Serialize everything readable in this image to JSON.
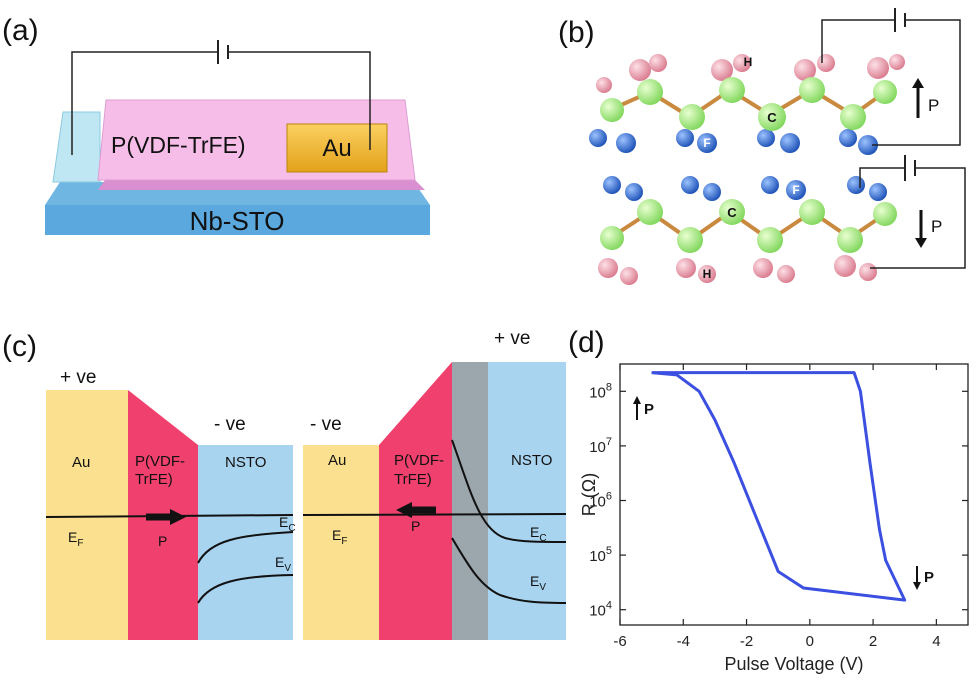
{
  "panels": {
    "a": {
      "label": "(a)",
      "film": "P(VDF-TrFE)",
      "electrode": "Au",
      "substrate": "Nb-STO"
    },
    "b": {
      "label": "(b)",
      "atom_h": "H",
      "atom_c": "C",
      "atom_f": "F",
      "polarization": "P"
    },
    "c": {
      "label": "(c)",
      "left": {
        "bias_au": "+ ve",
        "bias_nsto": "- ve",
        "metal": "Au",
        "ferro_line1": "P(VDF-",
        "ferro_line2": "TrFE)",
        "semi": "NSTO",
        "ef": "E",
        "ef_sub": "F",
        "ec": "E",
        "ec_sub": "C",
        "ev": "E",
        "ev_sub": "V",
        "p": "P"
      },
      "right": {
        "bias_au": "- ve",
        "bias_nsto": "+ ve",
        "metal": "Au",
        "ferro_line1": "P(VDF-",
        "ferro_line2": "TrFE)",
        "semi": "NSTO",
        "ef": "E",
        "ef_sub": "F",
        "ec": "E",
        "ec_sub": "C",
        "ev": "E",
        "ev_sub": "V",
        "p": "P"
      },
      "colors": {
        "metal": "#fbe18f",
        "ferro": "#f0416e",
        "semi": "#a9d4ef",
        "depletion": "#9ba6ad"
      }
    },
    "d": {
      "label": "(d)",
      "p_up": "P",
      "p_down": "P"
    }
  },
  "chart_data": {
    "type": "line",
    "title": "",
    "xlabel": "Pulse Voltage (V)",
    "ylabel": "R (Ω)",
    "xlim": [
      -6,
      5
    ],
    "ylim_log10": [
      3.72,
      8.5
    ],
    "yscale": "log",
    "x_ticks": [
      -6,
      -4,
      -2,
      0,
      2,
      4
    ],
    "y_ticks": [
      {
        "base": "10",
        "exp": "8",
        "log": 8
      },
      {
        "base": "10",
        "exp": "7",
        "log": 7
      },
      {
        "base": "10",
        "exp": "6",
        "log": 6
      },
      {
        "base": "10",
        "exp": "5",
        "log": 5
      },
      {
        "base": "10",
        "exp": "4",
        "log": 4
      }
    ],
    "grid": false,
    "color": "#3b4fe0",
    "series": [
      {
        "name": "",
        "x": [
          -5,
          1.4,
          1.6,
          1.9,
          2.2,
          2.4,
          3.0,
          -0.2,
          -1.0,
          -1.7,
          -2.4,
          -3.0,
          -3.5,
          -4.2,
          -5
        ],
        "y": [
          220000000.0,
          220000000.0,
          100000000.0,
          5000000.0,
          300000.0,
          80000.0,
          15000.0,
          25000.0,
          50000.0,
          500000.0,
          5000000.0,
          30000000.0,
          100000000.0,
          200000000.0,
          220000000.0
        ]
      }
    ]
  }
}
